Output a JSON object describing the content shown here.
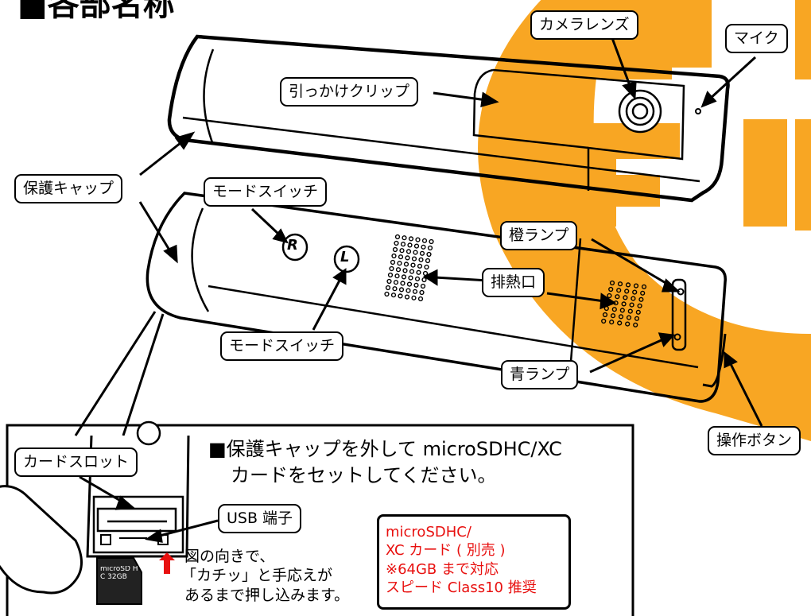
{
  "title": "■各部名称",
  "colors": {
    "accent_orange": "#f8a623",
    "note_red": "#e8100f",
    "outline": "#000000"
  },
  "labels": {
    "camera_lens": "カメラレンズ",
    "mic": "マイク",
    "clip": "引っかけクリップ",
    "cap": "保護キャップ",
    "mode_switch_top": "モードスイッチ",
    "mode_switch_bottom": "モードスイッチ",
    "orange_lamp": "橙ランプ",
    "vent": "排熱口",
    "blue_lamp": "青ランプ",
    "operate_button": "操作ボタン",
    "card_slot": "カードスロット",
    "usb_terminal": "USB 端子"
  },
  "switch_marks": {
    "r": "R",
    "l": "L"
  },
  "inset": {
    "instruction_line1": "■保護キャップを外して microSDHC/XC",
    "instruction_line2": "カードをセットしてください。",
    "step_line1": "図の向きで、",
    "step_line2": "「カチッ」と手応えが",
    "step_line3": "あるまで押し込みます。",
    "card_text": "microSD HC 32GB",
    "note_lines": [
      "microSDHC/",
      "XC カード ( 別売 )",
      "※64GB まで対応",
      "スピード Class10 推奨"
    ]
  }
}
